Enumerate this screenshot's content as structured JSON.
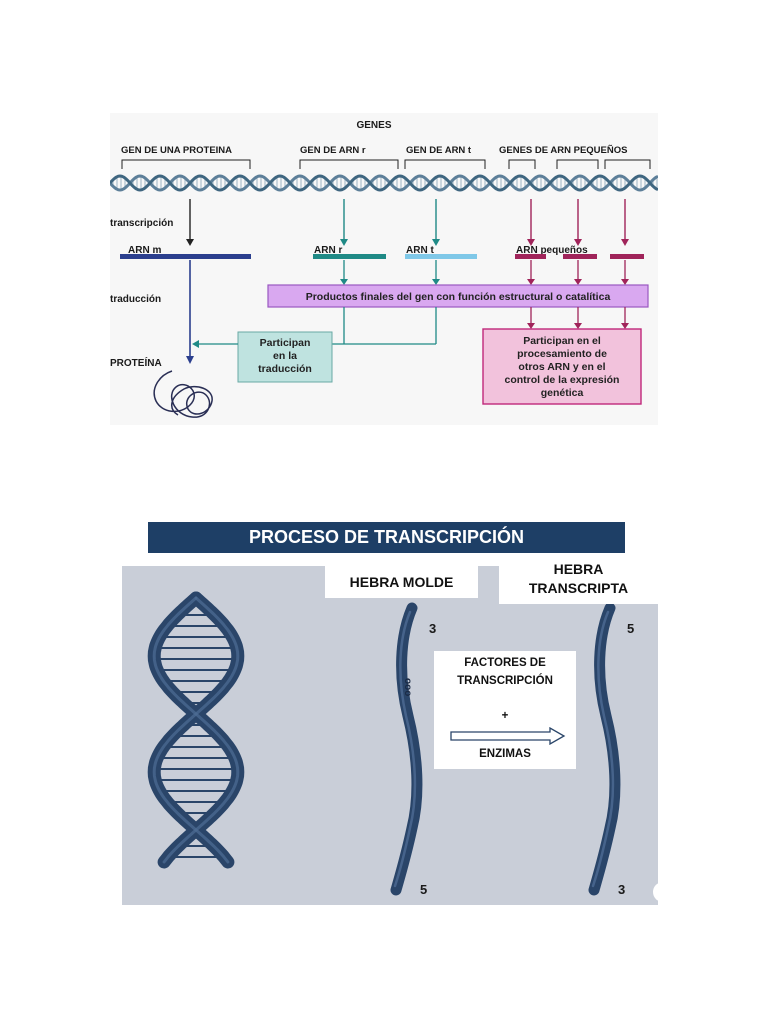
{
  "diagram1": {
    "title": "GENES",
    "gene_labels": [
      "GEN DE UNA PROTEINA",
      "GEN DE ARN r",
      "GEN DE ARN t",
      "GENES DE ARN PEQUEÑOS"
    ],
    "stage_labels": [
      "transcripción",
      "traducción"
    ],
    "rna_labels": [
      "ARN m",
      "ARN r",
      "ARN t",
      "ARN pequeños"
    ],
    "products_box": "Productos finales del gen con función estructural o catalítica",
    "translation_box": [
      "Participan",
      "en la",
      "traducción"
    ],
    "processing_box": [
      "Participan en el",
      "procesamiento de",
      "otros ARN y en el",
      "control de la expresión",
      "genética"
    ],
    "protein_label": "PROTEÍNA",
    "colors": {
      "mrna": "#2b3f8e",
      "rrna_trna": "#1f8a86",
      "trna_bar": "#7fc8e8",
      "small_rna": "#a0245a",
      "products_fill": "#d9a8f0",
      "products_border": "#9a58c0",
      "translation_fill": "#bfe3e0",
      "processing_fill": "#f2c2dc",
      "processing_border": "#c0287a"
    }
  },
  "diagram2": {
    "title": "PROCESO DE TRANSCRIPCIÓN",
    "hebra_molde": "HEBRA MOLDE",
    "hebra_transcripta": [
      "HEBRA",
      "TRANSCRIPTA"
    ],
    "factores": [
      "FACTORES DE",
      "TRANSCRIPCIÓN"
    ],
    "plus": "+",
    "enzimas": "ENZIMAS",
    "molde_top": "3",
    "molde_bottom": "5",
    "transcripta_top": "5",
    "transcripta_bottom": "3",
    "colors": {
      "strand": "#2a4569",
      "title_bg": "#1e3f66",
      "panel_bg": "#c9ced8"
    }
  }
}
